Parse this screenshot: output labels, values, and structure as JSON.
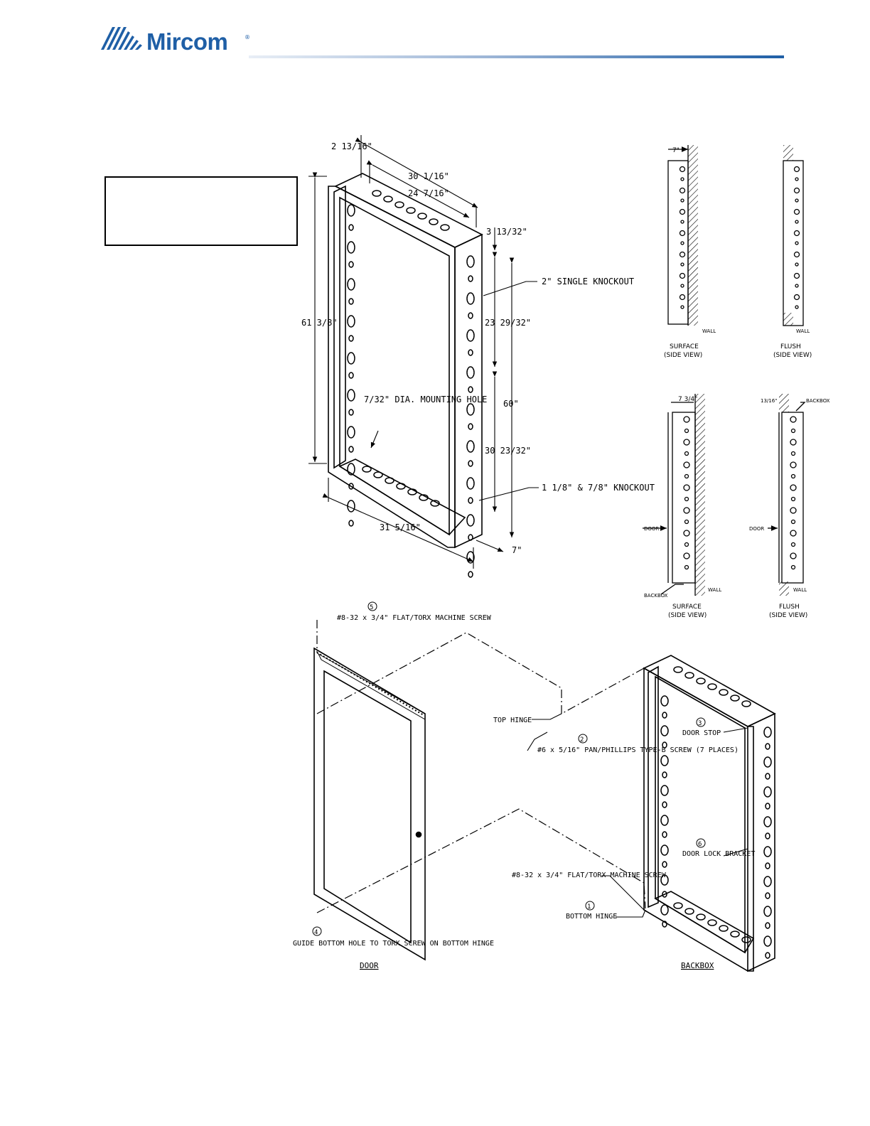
{
  "brand": {
    "name": "Mircom",
    "trademark": "®"
  },
  "colors": {
    "brand_blue": "#1f5fa6"
  },
  "front_view": {
    "dim_depth_top": "2 13/16\"",
    "dim_width_outer": "30 1/16\"",
    "dim_width_inner": "24 7/16\"",
    "dim_top_offset": "3 13/32\"",
    "dim_height_overall": "61 3/8\"",
    "dim_upper": "23 29/32\"",
    "dim_total_inner": "60\"",
    "dim_lower": "30 23/32\"",
    "dim_bottom_width": "31 5/16\"",
    "dim_depth": "7\"",
    "label_knockout_single": "2\" SINGLE KNOCKOUT",
    "label_knockout_double": "1 1/8\" & 7/8\" KNOCKOUT",
    "label_mounting_hole": "7/32\" DIA. MOUNTING HOLE"
  },
  "side_views": {
    "surface_top": {
      "dim": "7\"",
      "wall": "WALL",
      "title": "SURFACE",
      "subtitle": "(SIDE VIEW)"
    },
    "flush_top": {
      "wall": "WALL",
      "title": "FLUSH",
      "subtitle": "(SIDE VIEW)"
    },
    "surface_bottom": {
      "dim": "7 3/4\"",
      "door": "DOOR",
      "backbox": "BACKBOX",
      "wall": "WALL",
      "title": "SURFACE",
      "subtitle": "(SIDE VIEW)"
    },
    "flush_bottom": {
      "dim": "13/16\"",
      "door": "DOOR",
      "backbox": "BACKBOX",
      "wall": "WALL",
      "title": "FLUSH",
      "subtitle": "(SIDE VIEW)"
    }
  },
  "assembly": {
    "callout_5_num": "5",
    "callout_5": "#8-32 x 3/4\" FLAT/TORX MACHINE SCREW",
    "top_hinge": "TOP HINGE",
    "callout_2_num": "2",
    "callout_2": "#6 x 5/16\" PAN/PHILLIPS TYPE-B SCREW (7 PLACES)",
    "callout_3_num": "3",
    "callout_3": "DOOR STOP",
    "callout_6_num": "6",
    "callout_6": "DOOR LOCK BRACKET",
    "screw_label": "#8-32 x 3/4\" FLAT/TORX MACHINE SCREW",
    "callout_1_num": "1",
    "callout_1": "BOTTOM HINGE",
    "callout_4_num": "4",
    "callout_4": "GUIDE BOTTOM HOLE TO TORX SCREW ON BOTTOM HINGE",
    "door_label": "DOOR",
    "backbox_label": "BACKBOX"
  }
}
